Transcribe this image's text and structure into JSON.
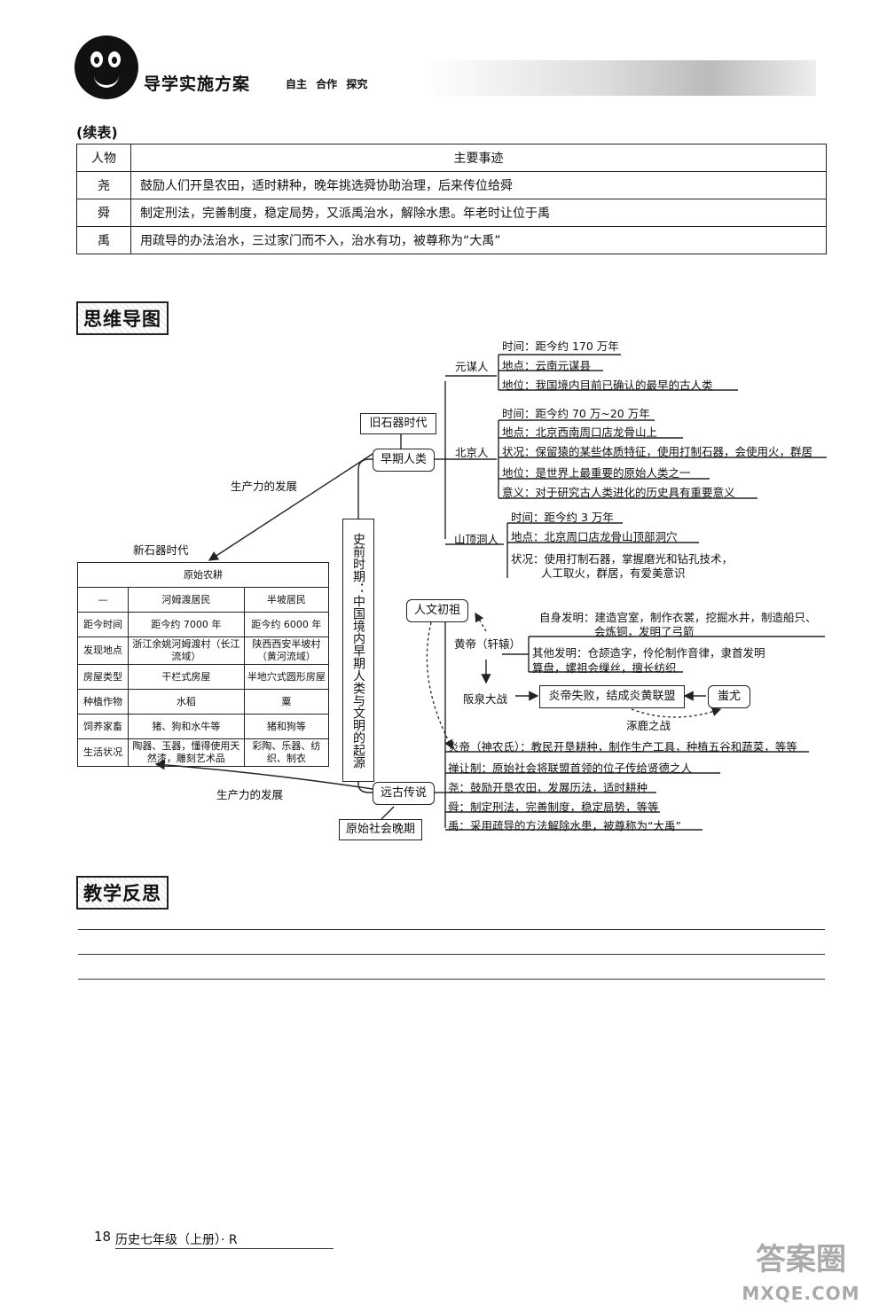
{
  "header": {
    "title": "导学实施方案",
    "subtitle": "自主 合作 探究"
  },
  "continued_label": "(续表)",
  "table1": {
    "headers": [
      "人物",
      "主要事迹"
    ],
    "rows": [
      {
        "name": "尧",
        "deeds": "鼓励人们开垦农田，适时耕种，晚年挑选舜协助治理，后来传位给舜"
      },
      {
        "name": "舜",
        "deeds": "制定刑法，完善制度，稳定局势，又派禹治水，解除水患。年老时让位于禹"
      },
      {
        "name": "禹",
        "deeds": "用疏导的办法治水，三过家门而不入，治水有功，被尊称为“大禹”"
      }
    ]
  },
  "mindmap_title": "思维导图",
  "mindmap": {
    "center": "史前时期：中国境内早期人类与文明的起源",
    "paleolithic": "旧石器时代",
    "early_humans": "早期人类",
    "productivity_1": "生产力的发展",
    "neolithic": "新石器时代",
    "yuanmou": {
      "name": "元谋人",
      "time": "时间：距今约 170 万年",
      "place": "地点：云南元谋县",
      "status": "地位：我国境内目前已确认的最早的古人类"
    },
    "peking": {
      "name": "北京人",
      "time": "时间：距今约 70 万~20 万年",
      "place": "地点：北京西南周口店龙骨山上",
      "state": "状况：保留猿的某些体质特征，使用打制石器，会使用火，群居",
      "status": "地位：是世界上最重要的原始人类之一",
      "meaning": "意义：对于研究古人类进化的历史具有重要意义"
    },
    "upper_cave": {
      "name": "山顶洞人",
      "time": "时间：距今约 3 万年",
      "place": "地点：北京周口店龙骨山顶部洞穴",
      "state1": "状况：使用打制石器，掌握磨光和钻孔技术，",
      "state2": "人工取火，群居，有爱美意识"
    },
    "ancestor": "人文初祖",
    "huangdi": "黄帝（轩辕）",
    "self_inv1": "自身发明：建造宫室，制作衣裳，挖掘水井，制造船只、",
    "self_inv2": "会炼铜，发明了弓箭",
    "other_inv1": "其他发明：仓颉造字，伶伦制作音律，隶首发明",
    "other_inv2": "算盘，嫘祖会缫丝，擅长纺织",
    "banquan": "阪泉大战",
    "yandi_lost": "炎帝失败，结成炎黄联盟",
    "chiyou": "蚩尤",
    "zhuolu": "涿鹿之战",
    "yandi": "炎帝（神农氏）：教民开垦耕种，制作生产工具，种植五谷和蔬菜，等等",
    "shanrang": "禅让制：原始社会将联盟首领的位子传给贤德之人",
    "yao": "尧：鼓励开垦农田，发展历法，适时耕种",
    "shun": "舜：制定刑法，完善制度，稳定局势，等等",
    "yu": "禹：采用疏导的方法解除水患，被尊称为“大禹”",
    "legends": "远古传说",
    "late_primitive": "原始社会晚期",
    "productivity_2": "生产力的发展"
  },
  "table2": {
    "title": "原始农耕",
    "headers": [
      "—",
      "河姆渡居民",
      "半坡居民"
    ],
    "rows": [
      [
        "距今时间",
        "距今约 7000 年",
        "距今约 6000 年"
      ],
      [
        "发现地点",
        "浙江余姚河姆渡村（长江流域）",
        "陕西西安半坡村（黄河流域）"
      ],
      [
        "房屋类型",
        "干栏式房屋",
        "半地穴式圆形房屋"
      ],
      [
        "种植作物",
        "水稻",
        "粟"
      ],
      [
        "饲养家畜",
        "猪、狗和水牛等",
        "猪和狗等"
      ],
      [
        "生活状况",
        "陶器、玉器，懂得使用天然漆，雕刻艺术品",
        "彩陶、乐器、纺织、制衣"
      ]
    ]
  },
  "reflection_title": "教学反思",
  "footer": {
    "page": "18",
    "book": "历史七年级（上册）· R"
  },
  "watermark": {
    "big": "答案圈",
    "small": "MXQE.COM"
  }
}
